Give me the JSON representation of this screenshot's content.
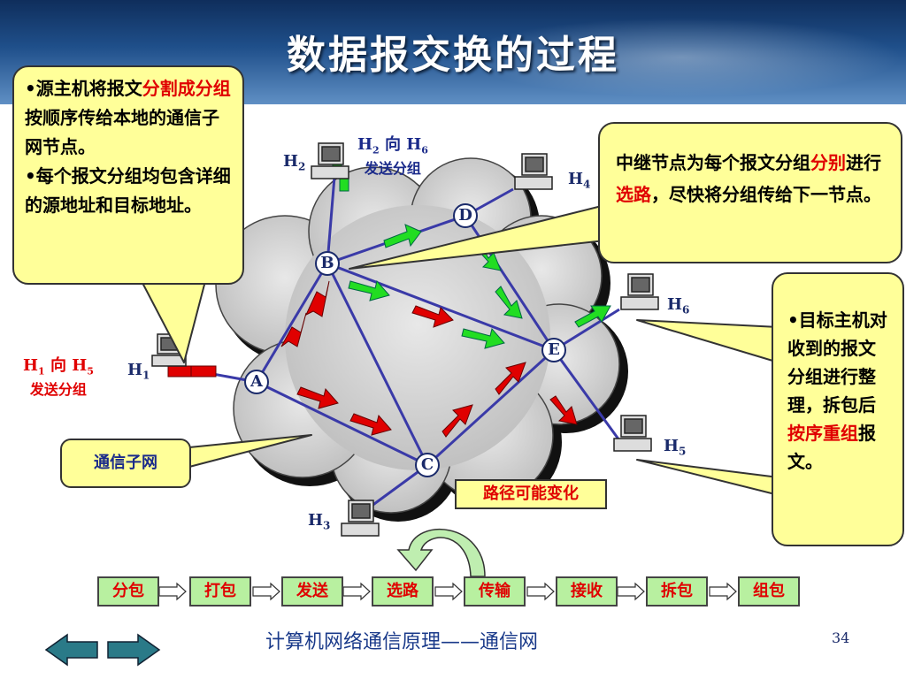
{
  "title": "数据报交换的过程",
  "callouts": {
    "left": {
      "b1_prefix": "•源主机将报文",
      "b1_red": "分割成分组",
      "b1_suffix": "按顺序传给本地的通信子网节点。",
      "b2": "•每个报文分组均包含详细的源地址和目标地址。"
    },
    "top_right": {
      "p1": "中继节点为每个报文分组",
      "red1": "分别",
      "p2": "进行",
      "red2": "选路",
      "p3": "，尽快将分组传给下一节点。"
    },
    "right": {
      "p1": "•目标主机对收到的报文分组进行整理，拆包后",
      "red": "按序重组",
      "p2": "报文。"
    },
    "subnet": "通信子网",
    "path": "路径可能变化"
  },
  "labels": {
    "h1_to_h5": {
      "line1_a": "H",
      "line1_s1": "1",
      "line1_b": " 向 H",
      "line1_s2": "5",
      "line2": "发送分组"
    },
    "h2_to_h6": {
      "line1_a": "H",
      "line1_s1": "2",
      "line1_b": " 向 H",
      "line1_s2": "6",
      "line2": "发送分组"
    }
  },
  "hosts": [
    {
      "letter": "H",
      "sub": "1"
    },
    {
      "letter": "H",
      "sub": "2"
    },
    {
      "letter": "H",
      "sub": "3"
    },
    {
      "letter": "H",
      "sub": "4"
    },
    {
      "letter": "H",
      "sub": "5"
    },
    {
      "letter": "H",
      "sub": "6"
    }
  ],
  "nodes": [
    "A",
    "B",
    "C",
    "D",
    "E"
  ],
  "steps": [
    "分包",
    "打包",
    "发送",
    "选路",
    "传输",
    "接收",
    "拆包",
    "组包"
  ],
  "footer": "计算机网络通信原理——通信网",
  "page_number": "34",
  "colors": {
    "red_packet": "#e00000",
    "green_packet": "#22cc22",
    "callout": "#ffff99",
    "link": "#3a3aa8"
  }
}
